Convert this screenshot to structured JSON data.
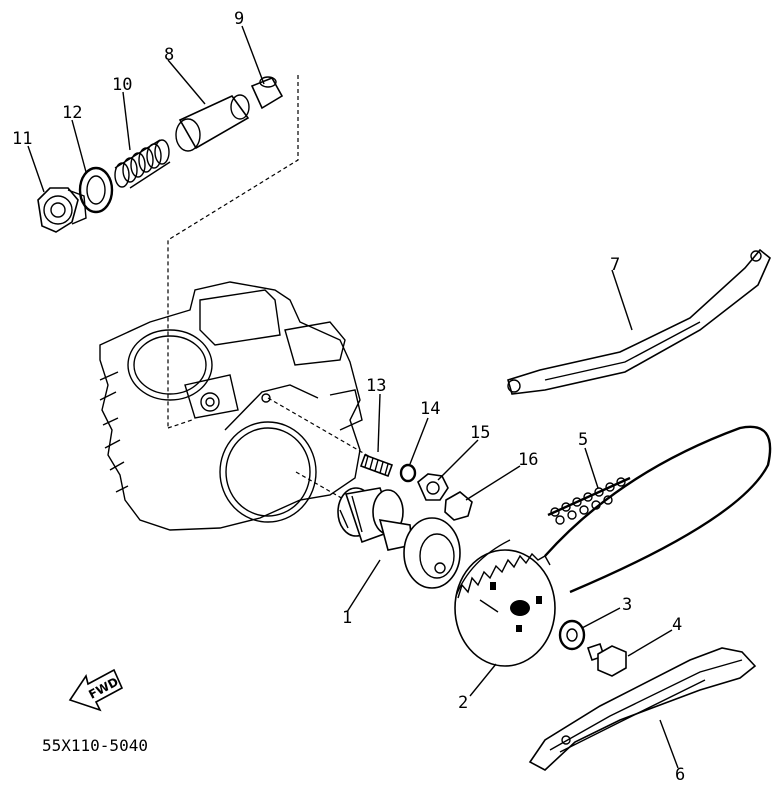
{
  "diagram": {
    "part_code": "55X110-5040",
    "direction_label": "FWD",
    "callouts": [
      {
        "id": "1",
        "label": "1"
      },
      {
        "id": "2",
        "label": "2"
      },
      {
        "id": "3",
        "label": "3"
      },
      {
        "id": "4",
        "label": "4"
      },
      {
        "id": "5",
        "label": "5"
      },
      {
        "id": "6",
        "label": "6"
      },
      {
        "id": "7",
        "label": "7"
      },
      {
        "id": "8",
        "label": "8"
      },
      {
        "id": "9",
        "label": "9"
      },
      {
        "id": "10",
        "label": "10"
      },
      {
        "id": "11",
        "label": "11"
      },
      {
        "id": "12",
        "label": "12"
      },
      {
        "id": "13",
        "label": "13"
      },
      {
        "id": "14",
        "label": "14"
      },
      {
        "id": "15",
        "label": "15"
      },
      {
        "id": "16",
        "label": "16"
      }
    ]
  }
}
